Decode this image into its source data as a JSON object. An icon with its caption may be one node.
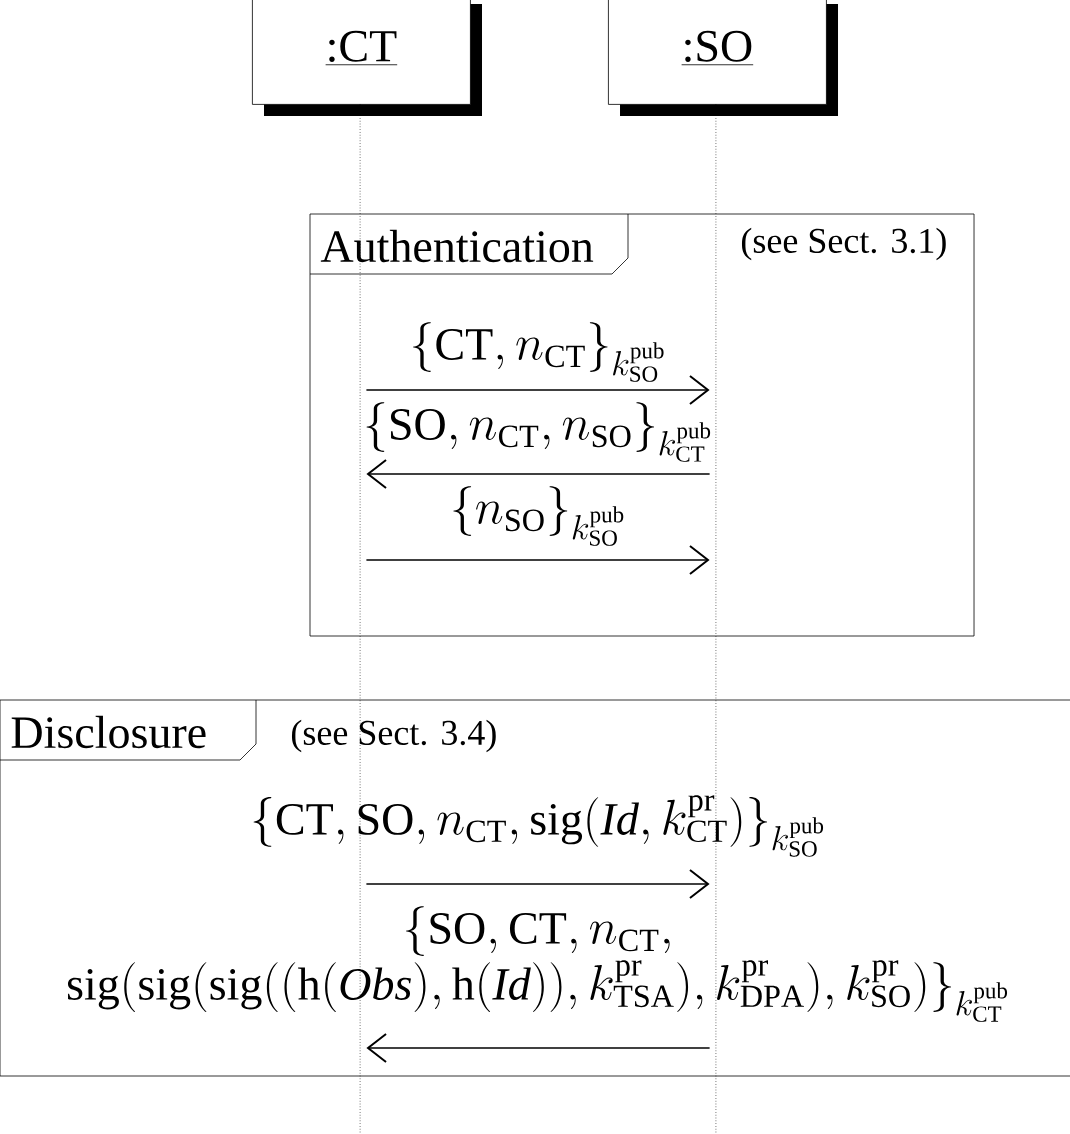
{
  "diagram": {
    "nodes": [
      {
        "text": [
          ":CT"
        ]
      },
      {
        "text": [
          ":SO"
        ]
      },
      {
        "text": [],
        "shape": "bar"
      },
      {
        "text": [],
        "shape": "bar"
      },
      {
        "text": [
          "Authentication"
        ]
      },
      {
        "text": [
          "Disclosure"
        ]
      }
    ],
    "labels": [
      "(see Sect. 3.1)",
      "(see Sect. 3.4)"
    ],
    "edges": [
      {
        "from": 2,
        "to": 3,
        "arrow": "to",
        "label": "\\{\\mathrm{CT}, n_{\\mathrm{CT}}\\}_{k_{\\mathrm{SO}}^{\\mathrm{pub}}}"
      },
      {
        "from": 3,
        "to": 2,
        "arrow": "to",
        "label": "\\{\\mathrm{SO}, n_{\\mathrm{CT}}, n_{\\mathrm{SO}}\\}_{k_{\\mathrm{CT}}^{\\mathrm{pub}}}"
      },
      {
        "from": 2,
        "to": 3,
        "arrow": "to",
        "label": "\\{n_{\\mathrm{SO}}\\}_{k_{\\mathrm{SO}}^{\\mathrm{pub}}}"
      },
      {
        "from": 2,
        "to": 3,
        "arrow": "to",
        "label": "\\{\\mathrm{CT}, \\mathrm{SO}, n_{\\mathrm{CT}}, \\mathrm{sig}(\\mathit{Id}, k_{\\mathrm{CT}}^{\\mathrm{pr}})\\}_{k_{\\mathrm{SO}}^{\\mathrm{pub}}}"
      },
      {
        "from": 3,
        "to": 2,
        "arrow": "to",
        "label": "\\{\\mathrm{SO}, \\mathrm{CT}, n_{\\mathrm{CT}}, \\allowbreak \\mathrm{sig}(\\mathrm{sig}(\\mathrm{sig}((\\mathrm{h}(\\mathit{Obs}), \\mathrm{h}(\\mathit{Id})), k_{\\mathrm{TSA}}^{\\mathrm{pr}}), k_{\\mathrm{DPA}}^{\\mathrm{pr}}), k_{\\mathrm{SO}}^{\\mathrm{pr}})\\}_{k_{\\mathrm{CT}}^{\\mathrm{pub}}}"
      }
    ]
  }
}
